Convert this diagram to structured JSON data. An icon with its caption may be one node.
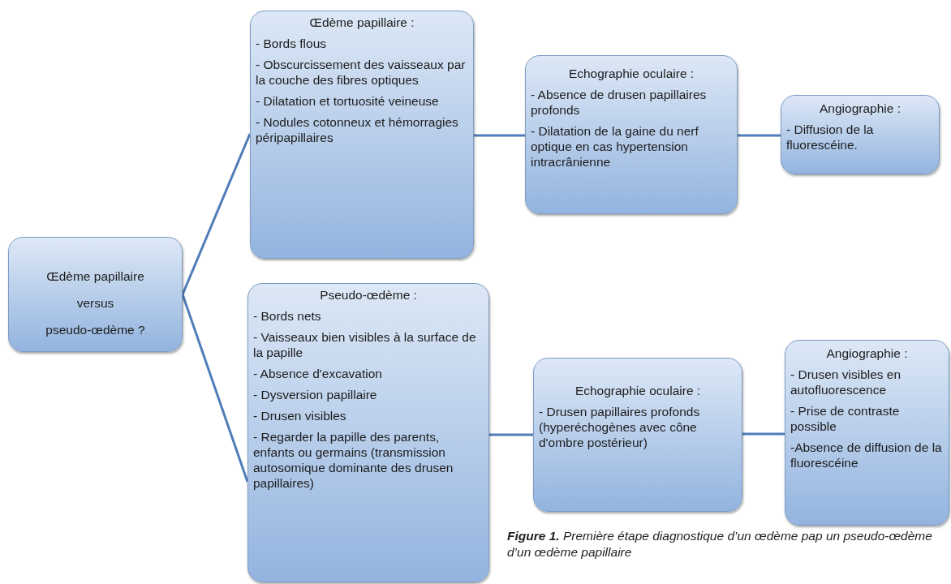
{
  "diagram": {
    "caption": "**Figure 1.** Première étape diagnostique d’un œdème pap un pseudo-œdème d’un œdème papillaire",
    "nodes": [
      {
        "text": [
          "Œdème papillaire",
          "versus",
          "pseudo-œdème ?"
        ]
      },
      {
        "text": [
          "Œdème papillaire :",
          "- Bords flous",
          "- Obscurcissement des vaisseaux par la couche des fibres optiques",
          "- Dilatation et tortuosité veineuse",
          "- Nodules cotonneux et hémorragies péripapillaires"
        ]
      },
      {
        "text": [
          "Echographie oculaire :",
          "- Absence de drusen papillaires profonds",
          "- Dilatation de la gaine du nerf optique en cas hypertension intracrânienne"
        ]
      },
      {
        "text": [
          "Angiographie :",
          "- Diffusion de la fluorescéine."
        ]
      },
      {
        "text": [
          "Pseudo-œdème :",
          "- Bords nets",
          "- Vaisseaux bien visibles à la surface de la papille",
          "- Absence d'excavation",
          "- Dysversion papillaire",
          "- Drusen visibles",
          "- Regarder la papille des parents, enfants ou germains (transmission autosomique dominante des drusen papillaires)"
        ]
      },
      {
        "text": [
          "Echographie oculaire :",
          "- Drusen papillaires profonds (hyperéchogènes avec cône d'ombre postérieur)"
        ]
      },
      {
        "text": [
          "Angiographie :",
          "- Drusen visibles en autofluorescence",
          "- Prise de contraste possible",
          "-Absence de diffusion de la fluorescéine"
        ]
      }
    ],
    "edges": [
      {
        "from": 0,
        "to": 1,
        "arrow": "none"
      },
      {
        "from": 0,
        "to": 4,
        "arrow": "none"
      },
      {
        "from": 1,
        "to": 2,
        "arrow": "none"
      },
      {
        "from": 2,
        "to": 3,
        "arrow": "none"
      },
      {
        "from": 4,
        "to": 5,
        "arrow": "none"
      },
      {
        "from": 5,
        "to": 6,
        "arrow": "none"
      }
    ]
  }
}
